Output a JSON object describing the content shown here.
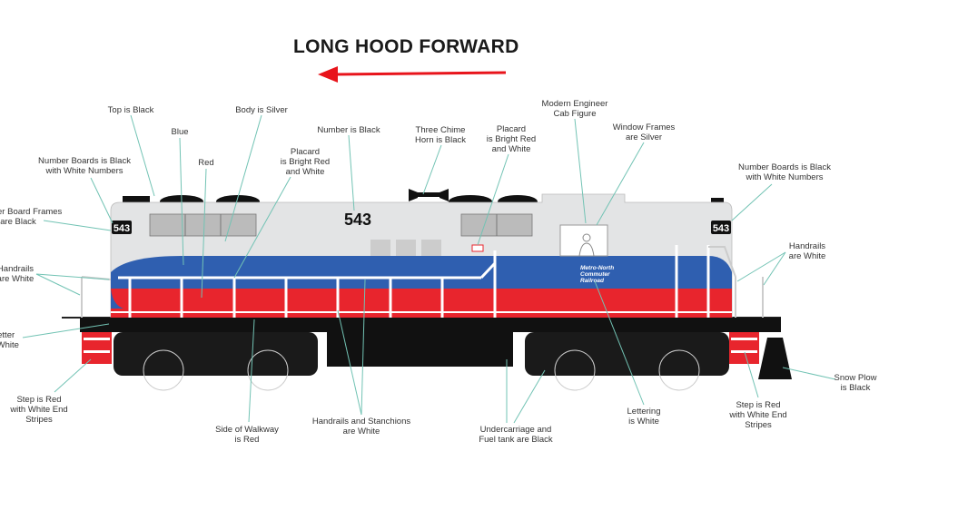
{
  "title": "LONG HOOD FORWARD",
  "colors": {
    "arrow": "#e8141b",
    "leader": "#72c3b4",
    "silver": "#e3e4e5",
    "blue": "#2f5fb0",
    "red": "#e8252d",
    "black": "#111111"
  },
  "locomotive": {
    "number": "543",
    "number_board": "543",
    "lettering": [
      "Metro-North",
      "Commuter",
      "Railroad"
    ]
  },
  "labels": {
    "top": [
      "Top is Black"
    ],
    "blue": [
      "Blue"
    ],
    "body": [
      "Body is Silver"
    ],
    "red": [
      "Red"
    ],
    "numboards_left": [
      "Number Boards is Black",
      "with White Numbers"
    ],
    "placard_left": [
      "Placard",
      "is Bright Red",
      "and White"
    ],
    "number": [
      "Number is Black"
    ],
    "horn": [
      "Three Chime",
      "Horn is Black"
    ],
    "placard_right": [
      "Placard",
      "is Bright Red",
      "and White"
    ],
    "cab_figure": [
      "Modern Engineer",
      "Cab Figure"
    ],
    "window_frames": [
      "Window Frames",
      "are Silver"
    ],
    "numboards_right": [
      "Number Boards is Black",
      "with White Numbers"
    ],
    "board_frames": [
      "Number Board Frames",
      "are Black"
    ],
    "handrails_left": [
      "Handrails",
      "are White"
    ],
    "letter": [
      "Letter",
      "is White"
    ],
    "step_left": [
      "Step is Red",
      "with White End",
      "Stripes"
    ],
    "walkway": [
      "Side of Walkway",
      "is Red"
    ],
    "stanchions": [
      "Handrails and Stanchions",
      "are White"
    ],
    "undercarriage": [
      "Undercarriage and",
      "Fuel tank are Black"
    ],
    "lettering": [
      "Lettering",
      "is White"
    ],
    "step_right": [
      "Step is Red",
      "with White End",
      "Stripes"
    ],
    "snow_plow": [
      "Snow Plow",
      "is Black"
    ],
    "handrails_right": [
      "Handrails",
      "are White"
    ]
  }
}
